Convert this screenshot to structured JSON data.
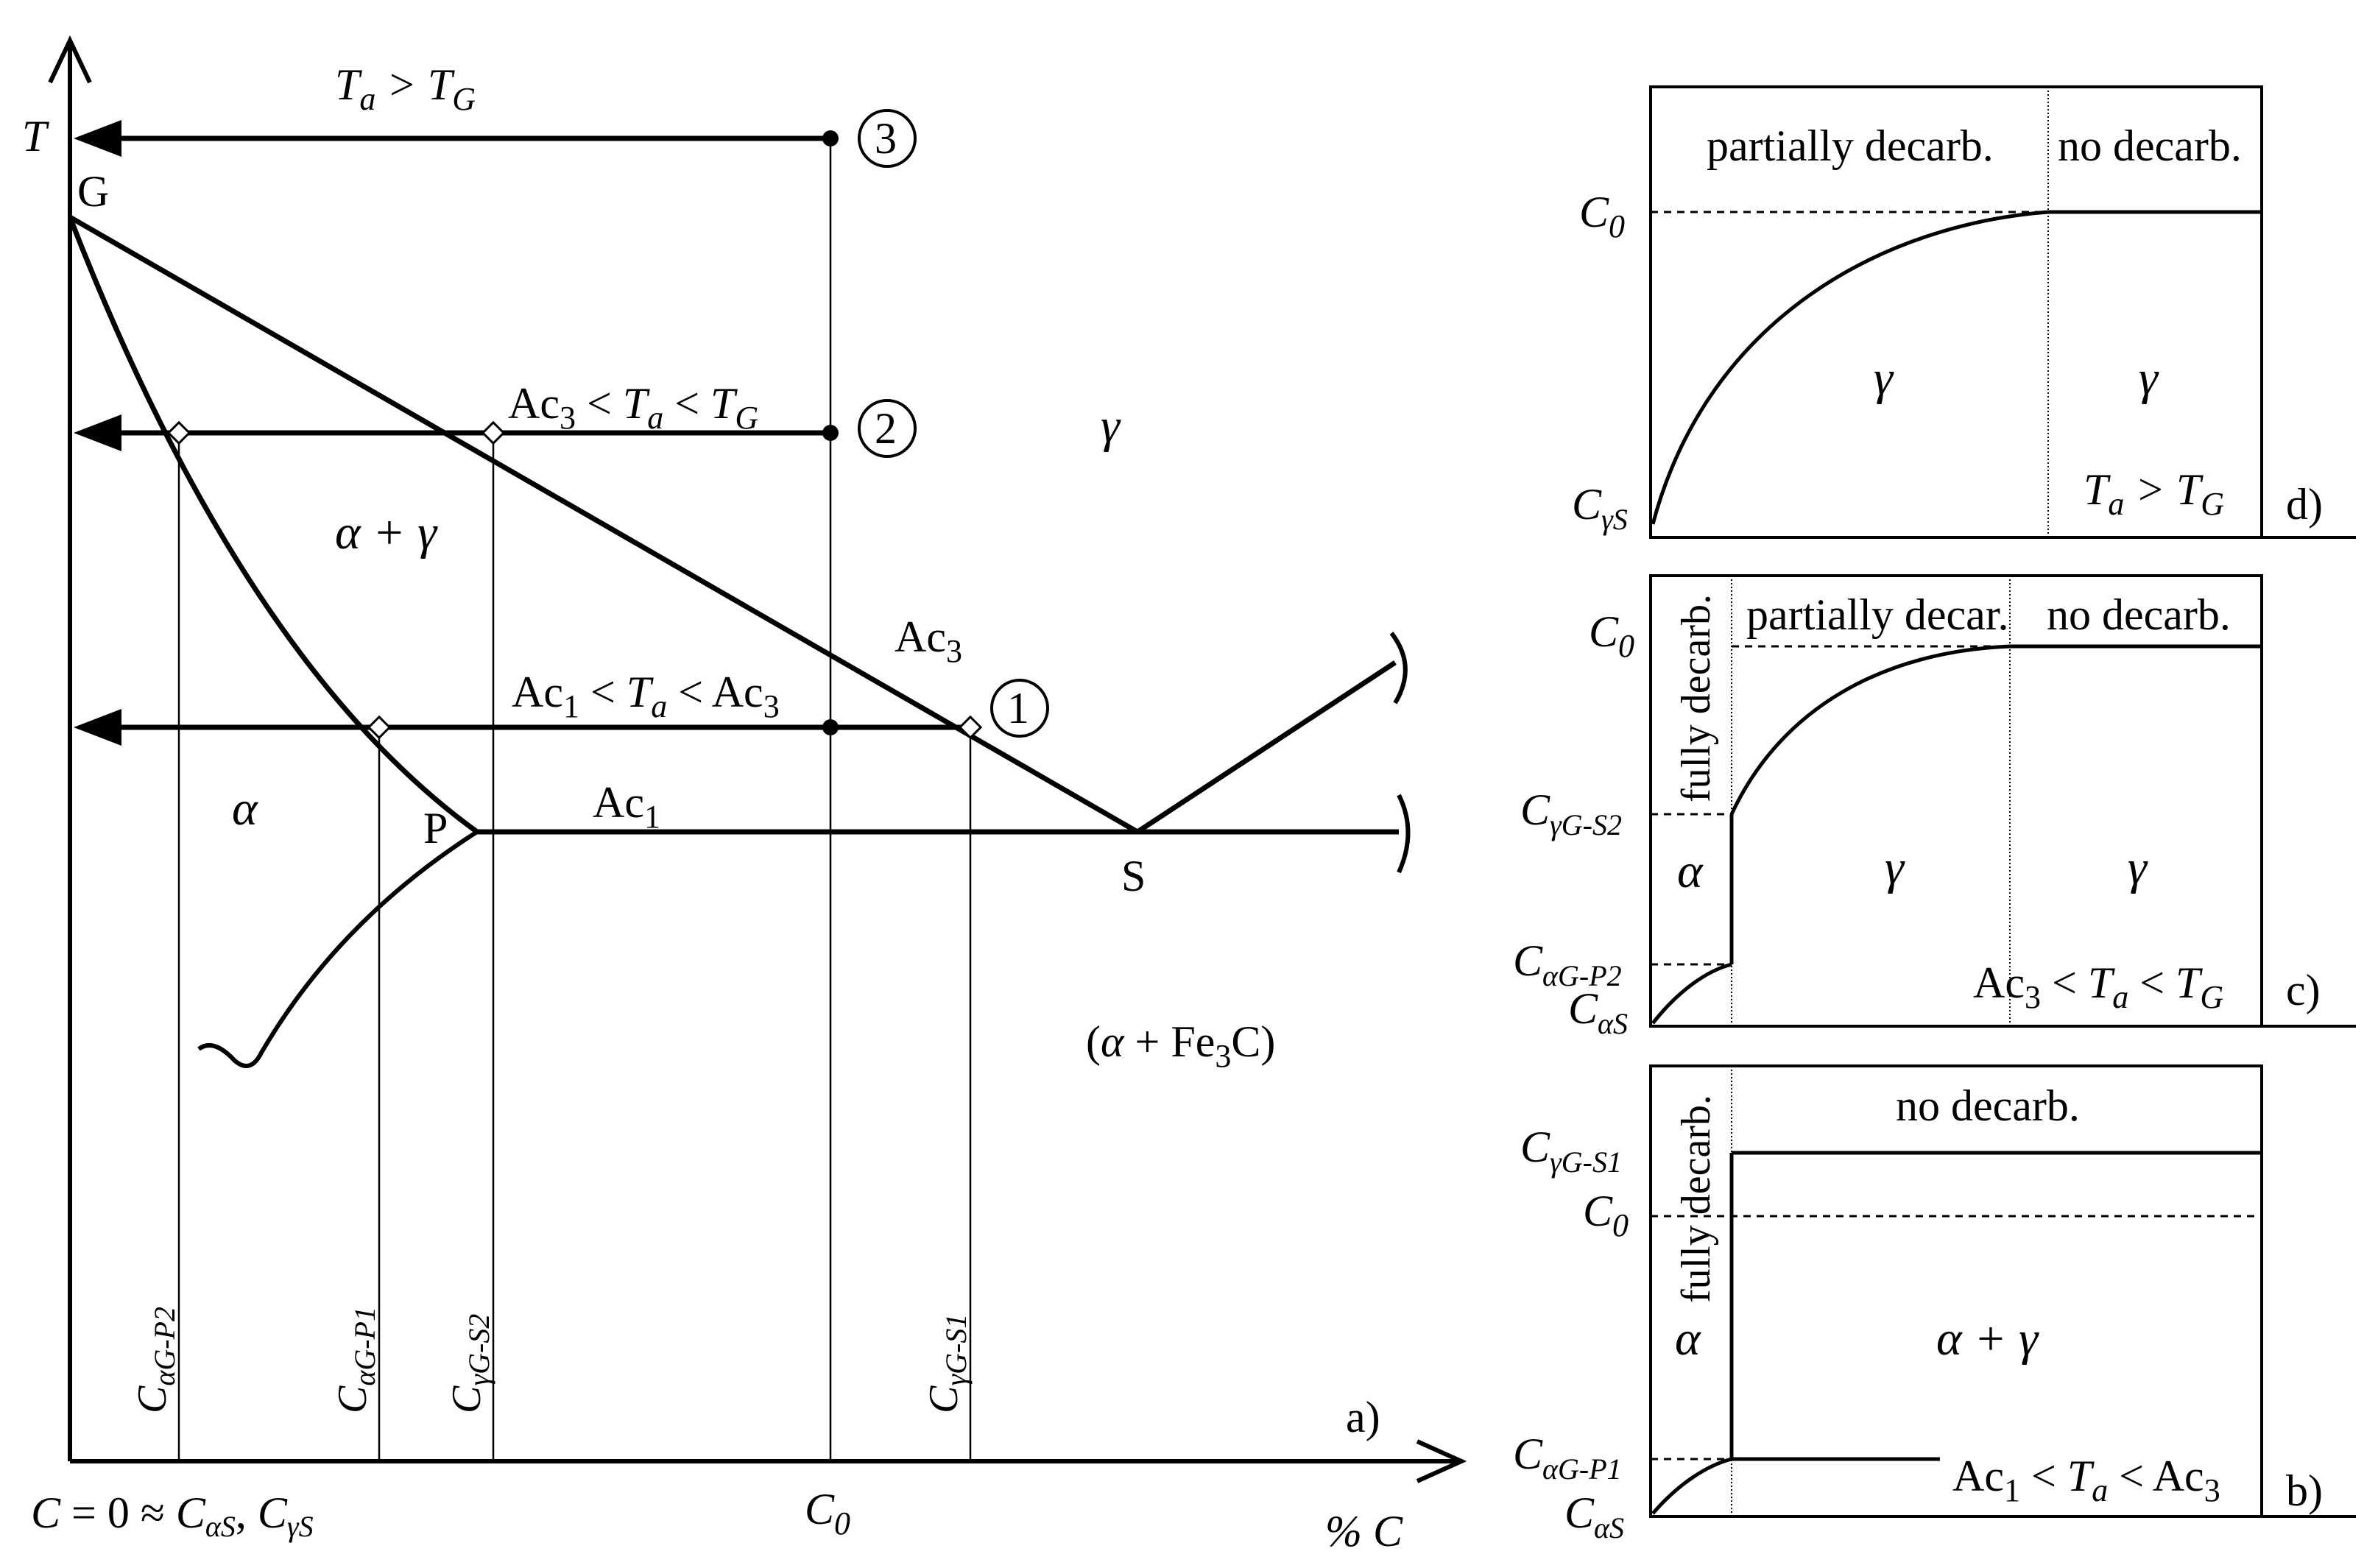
{
  "main": {
    "axis_T": "T",
    "point_G": "G",
    "point_P": "P",
    "point_S": "S",
    "cond3": "T_a > T_G",
    "cond2": "Ac_3 < T_a < T_G",
    "cond1": "Ac_1 < T_a < Ac_3",
    "circle3": "3",
    "circle2": "2",
    "circle1": "1",
    "region_gamma": "γ",
    "region_alpha_gamma": "α + γ",
    "region_alpha": "α",
    "region_alpha_fe3c": "(α + Fe3C)",
    "line_Ac3": "Ac3",
    "line_Ac1": "Ac1",
    "x_label_CaGP2": "CαG-P2",
    "x_label_CaGP1": "CαG-P1",
    "x_label_CyGS2": "CγG-S2",
    "x_label_CyGS1": "CγG-S1",
    "x_origin": "C = 0 ≈ CαS, CγS",
    "x_C0": "C0",
    "x_axis": "% C",
    "panel_label": "a)"
  },
  "panel_d": {
    "label": "d)",
    "zone1": "partially decarb.",
    "zone2": "no decarb.",
    "y_C0": "C0",
    "y_CyS": "CγS",
    "gamma1": "γ",
    "gamma2": "γ",
    "cond": "Ta > TG"
  },
  "panel_c": {
    "label": "c)",
    "zone1": "fully decarb.",
    "zone2": "partially decar.",
    "zone3": "no decarb.",
    "y_C0": "C0",
    "y_CyGS2": "CγG-S2",
    "y_CaGP2": "CαG-P2",
    "y_CaS": "CαS",
    "alpha": "α",
    "gamma1": "γ",
    "gamma2": "γ",
    "cond": "Ac3 < Ta < TG"
  },
  "panel_b": {
    "label": "b)",
    "zone1": "fully decarb.",
    "zone2": "no decarb.",
    "y_CyGS1": "CγG-S1",
    "y_C0": "C0",
    "y_CaGP1": "CαG-P1",
    "y_CaS": "CαS",
    "alpha": "α",
    "alpha_gamma": "α + γ",
    "cond": "Ac1 < Ta < Ac3"
  },
  "colors": {
    "ink": "#000000",
    "background": "#ffffff"
  }
}
